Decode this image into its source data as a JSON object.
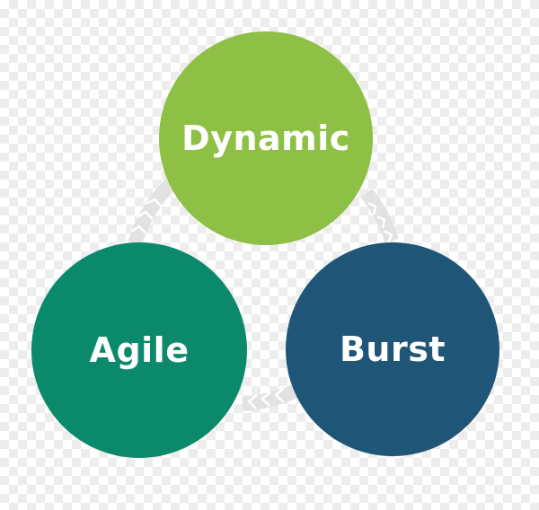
{
  "diagram": {
    "nodes": [
      {
        "id": "dynamic",
        "label": "Dynamic",
        "color": "#8dc044"
      },
      {
        "id": "agile",
        "label": "Agile",
        "color": "#0a8a6b"
      },
      {
        "id": "burst",
        "label": "Burst",
        "color": "#1f5677"
      }
    ],
    "cycle_order": [
      "dynamic",
      "burst",
      "agile"
    ],
    "connector_color": "#e2e2e2",
    "connector_style": "chevron-arrows"
  }
}
